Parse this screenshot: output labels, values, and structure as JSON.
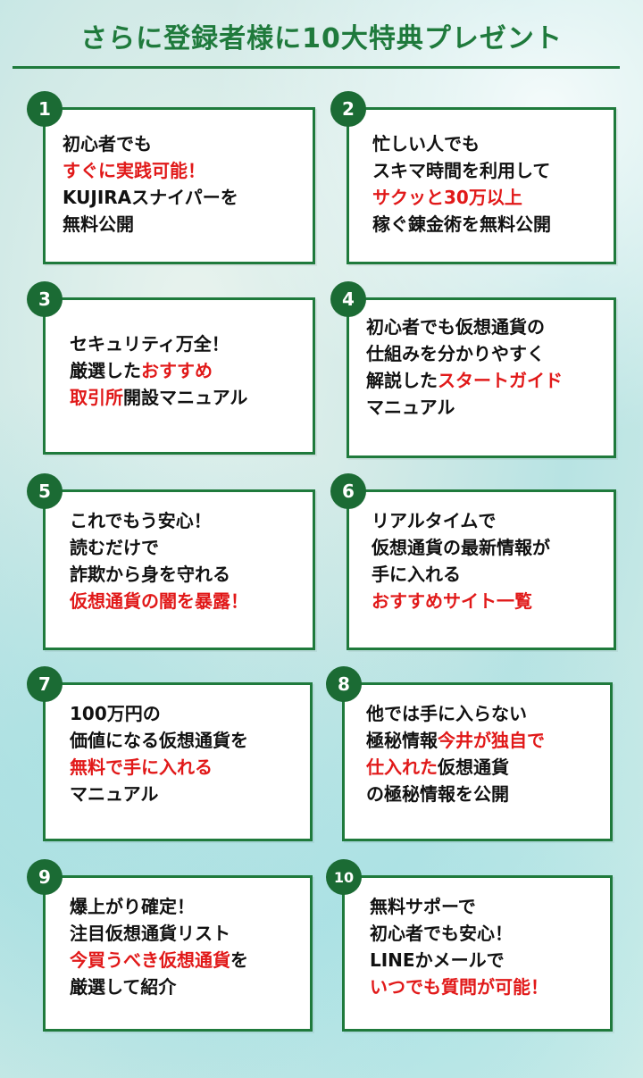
{
  "title": "さらに登録者様に10大特典プレゼント",
  "accent_color": "#1f7a3c",
  "highlight_color": "#e11919",
  "cards": [
    {
      "number": "1",
      "lines": [
        [
          {
            "t": "初心者でも",
            "red": false
          }
        ],
        [
          {
            "t": "すぐに実践可能！",
            "red": true
          }
        ],
        [
          {
            "t": "KUJIRAスナイパーを",
            "red": false
          }
        ],
        [
          {
            "t": "無料公開",
            "red": false
          }
        ]
      ]
    },
    {
      "number": "2",
      "lines": [
        [
          {
            "t": "忙しい人でも",
            "red": false
          }
        ],
        [
          {
            "t": "スキマ時間を利用して",
            "red": false
          }
        ],
        [
          {
            "t": "サクッと30万以上",
            "red": true
          }
        ],
        [
          {
            "t": "稼ぐ錬金術を無料公開",
            "red": false
          }
        ]
      ]
    },
    {
      "number": "3",
      "lines": [
        [
          {
            "t": "セキュリティ万全！",
            "red": false
          }
        ],
        [
          {
            "t": "厳選した",
            "red": false
          },
          {
            "t": "おすすめ",
            "red": true
          }
        ],
        [
          {
            "t": "取引所",
            "red": true
          },
          {
            "t": "開設マニュアル",
            "red": false
          }
        ]
      ]
    },
    {
      "number": "4",
      "lines": [
        [
          {
            "t": "初心者でも仮想通貨の",
            "red": false
          }
        ],
        [
          {
            "t": "仕組みを分かりやすく",
            "red": false
          }
        ],
        [
          {
            "t": "解説した",
            "red": false
          },
          {
            "t": "スタートガイド",
            "red": true
          }
        ],
        [
          {
            "t": "マニュアル",
            "red": false
          }
        ]
      ]
    },
    {
      "number": "5",
      "lines": [
        [
          {
            "t": "これでもう安心！",
            "red": false
          }
        ],
        [
          {
            "t": "読むだけで",
            "red": false
          }
        ],
        [
          {
            "t": "詐欺から身を守れる",
            "red": false
          }
        ],
        [
          {
            "t": "仮想通貨の闇を暴露！",
            "red": true
          }
        ]
      ]
    },
    {
      "number": "6",
      "lines": [
        [
          {
            "t": "リアルタイムで",
            "red": false
          }
        ],
        [
          {
            "t": "仮想通貨の最新情報が",
            "red": false
          }
        ],
        [
          {
            "t": "手に入れる",
            "red": false
          }
        ],
        [
          {
            "t": "おすすめサイト一覧",
            "red": true
          }
        ]
      ]
    },
    {
      "number": "7",
      "lines": [
        [
          {
            "t": "100万円の",
            "red": false
          }
        ],
        [
          {
            "t": "価値になる仮想通貨を",
            "red": false
          }
        ],
        [
          {
            "t": "無料で手に入れる",
            "red": true
          }
        ],
        [
          {
            "t": "マニュアル",
            "red": false
          }
        ]
      ]
    },
    {
      "number": "8",
      "lines": [
        [
          {
            "t": "他では手に入らない",
            "red": false
          }
        ],
        [
          {
            "t": "極秘情報",
            "red": false
          },
          {
            "t": "今井が独自で",
            "red": true
          }
        ],
        [
          {
            "t": "仕入れた",
            "red": true
          },
          {
            "t": "仮想通貨",
            "red": false
          }
        ],
        [
          {
            "t": "の極秘情報を公開",
            "red": false
          }
        ]
      ]
    },
    {
      "number": "9",
      "lines": [
        [
          {
            "t": "爆上がり確定！",
            "red": false
          }
        ],
        [
          {
            "t": "注目仮想通貨リスト",
            "red": false
          }
        ],
        [
          {
            "t": "今買うべき仮想通貨",
            "red": true
          },
          {
            "t": "を",
            "red": false
          }
        ],
        [
          {
            "t": "厳選して紹介",
            "red": false
          }
        ]
      ]
    },
    {
      "number": "10",
      "lines": [
        [
          {
            "t": "無料サポーで",
            "red": false
          }
        ],
        [
          {
            "t": "初心者でも安心！",
            "red": false
          }
        ],
        [
          {
            "t": "LINEかメールで",
            "red": false
          }
        ],
        [
          {
            "t": "いつでも質問が可能！",
            "red": true
          }
        ]
      ]
    }
  ]
}
